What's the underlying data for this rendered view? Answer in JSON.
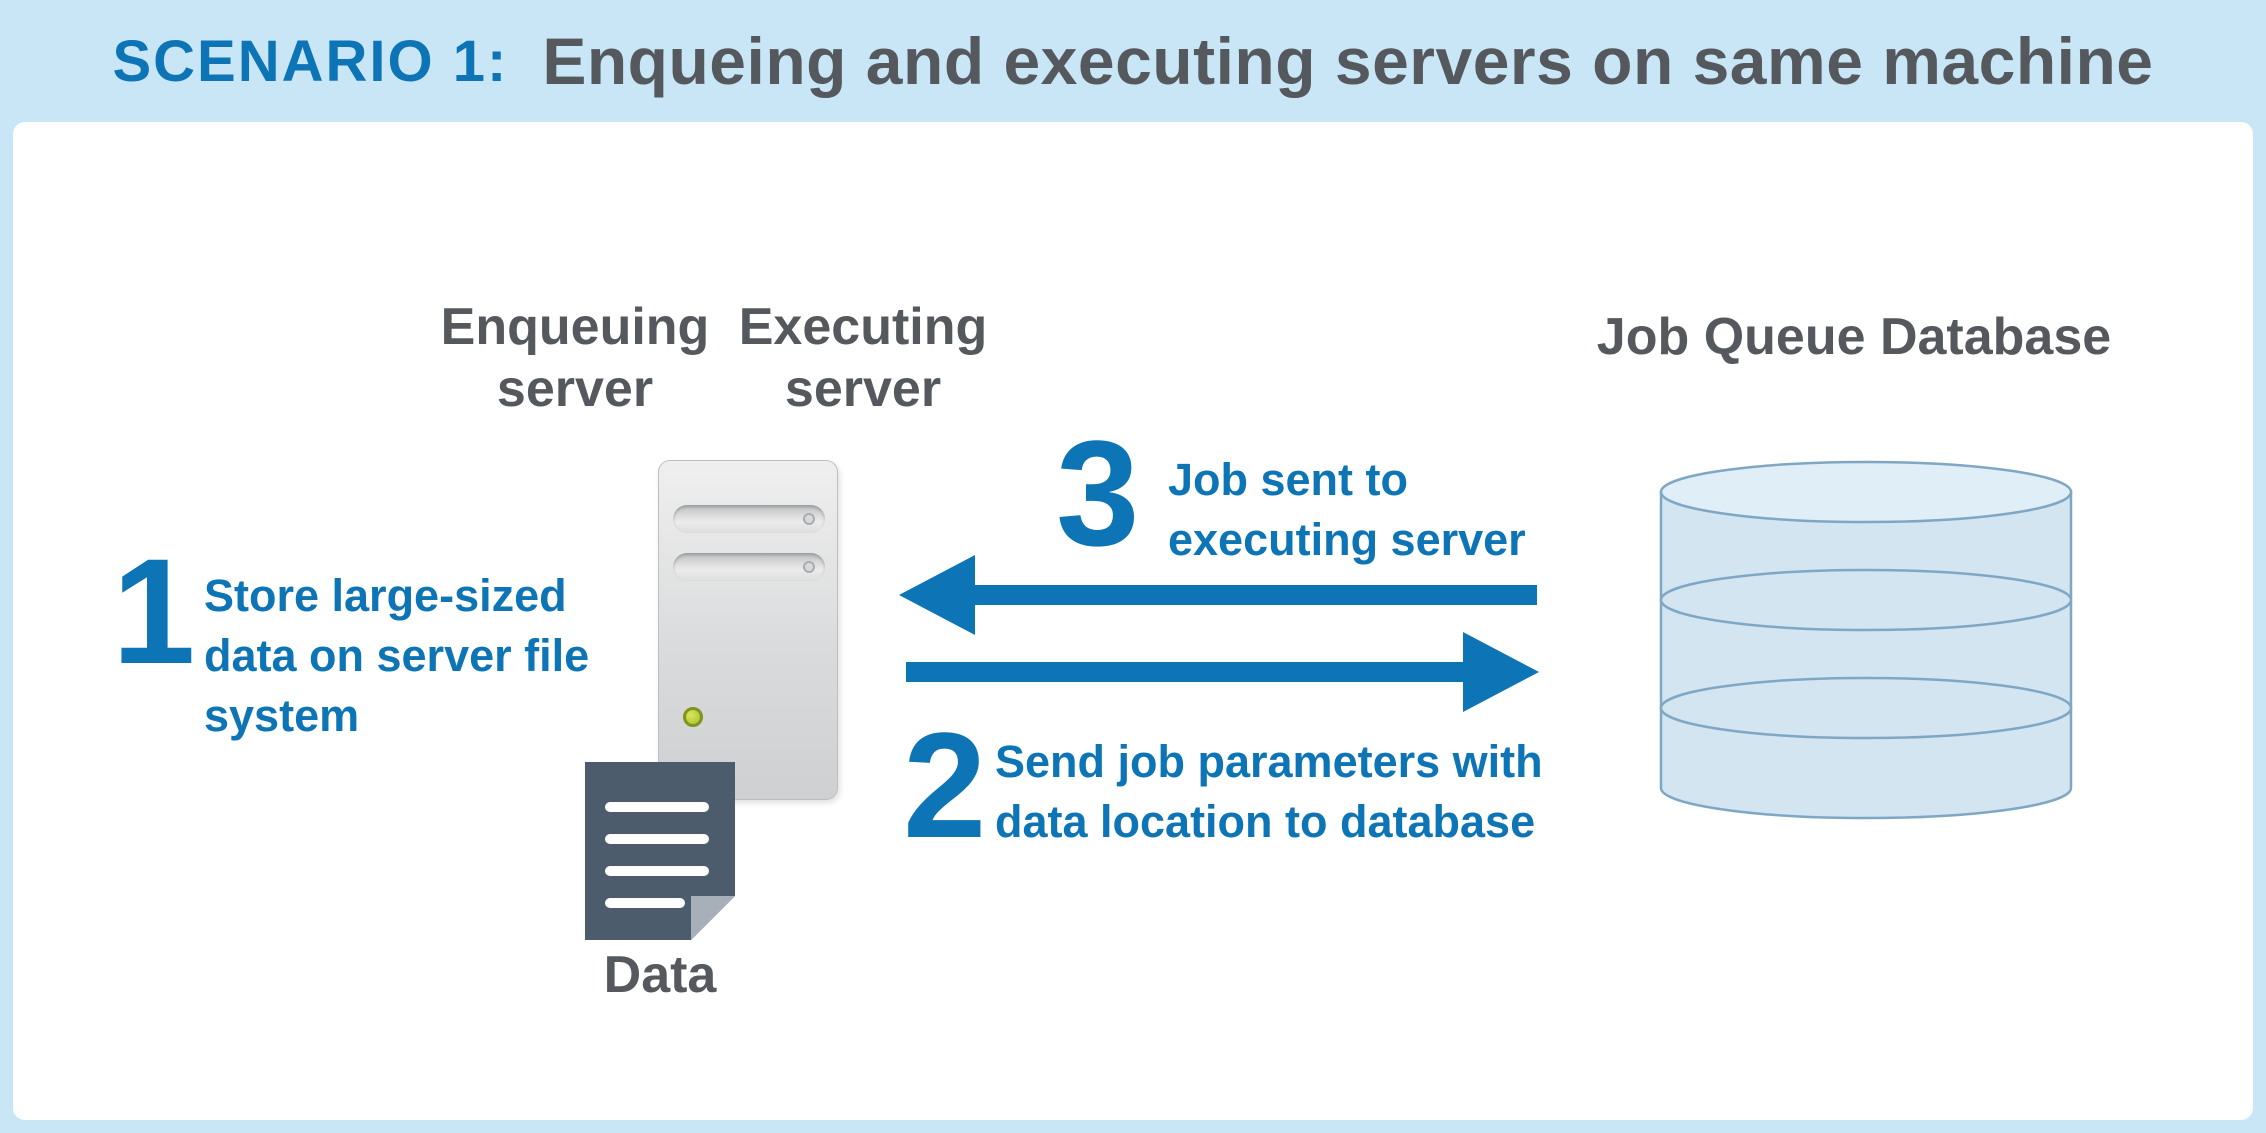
{
  "header": {
    "scenario_label": "SCENARIO 1:",
    "title": "Enqueing and executing servers on same machine"
  },
  "labels": {
    "enqueuing_server": "Enqueuing server",
    "executing_server": "Executing server",
    "job_queue_database": "Job Queue Database",
    "data": "Data"
  },
  "steps": [
    {
      "number": "1",
      "text": "Store large-sized data on server file system"
    },
    {
      "number": "2",
      "text": "Send job parameters with data location to database"
    },
    {
      "number": "3",
      "text": "Job sent to executing server"
    }
  ],
  "icons": {
    "server": "server-tower-icon",
    "document": "data-document-icon",
    "database": "database-cylinder-icon",
    "arrow_left": "arrow-to-server",
    "arrow_right": "arrow-to-database"
  },
  "colors": {
    "accent_blue": "#0d74b6",
    "heading_gray": "#55595e",
    "header_bg": "#c8e6f6",
    "panel_bg": "#ffffff",
    "db_fill": "#d2e5f1",
    "db_fill_top": "#e0eef7",
    "db_stroke": "#7fa7c4",
    "doc_fill": "#4d5c6d",
    "doc_fold": "#a7b0b8",
    "led_green": "#a8bf2c"
  }
}
